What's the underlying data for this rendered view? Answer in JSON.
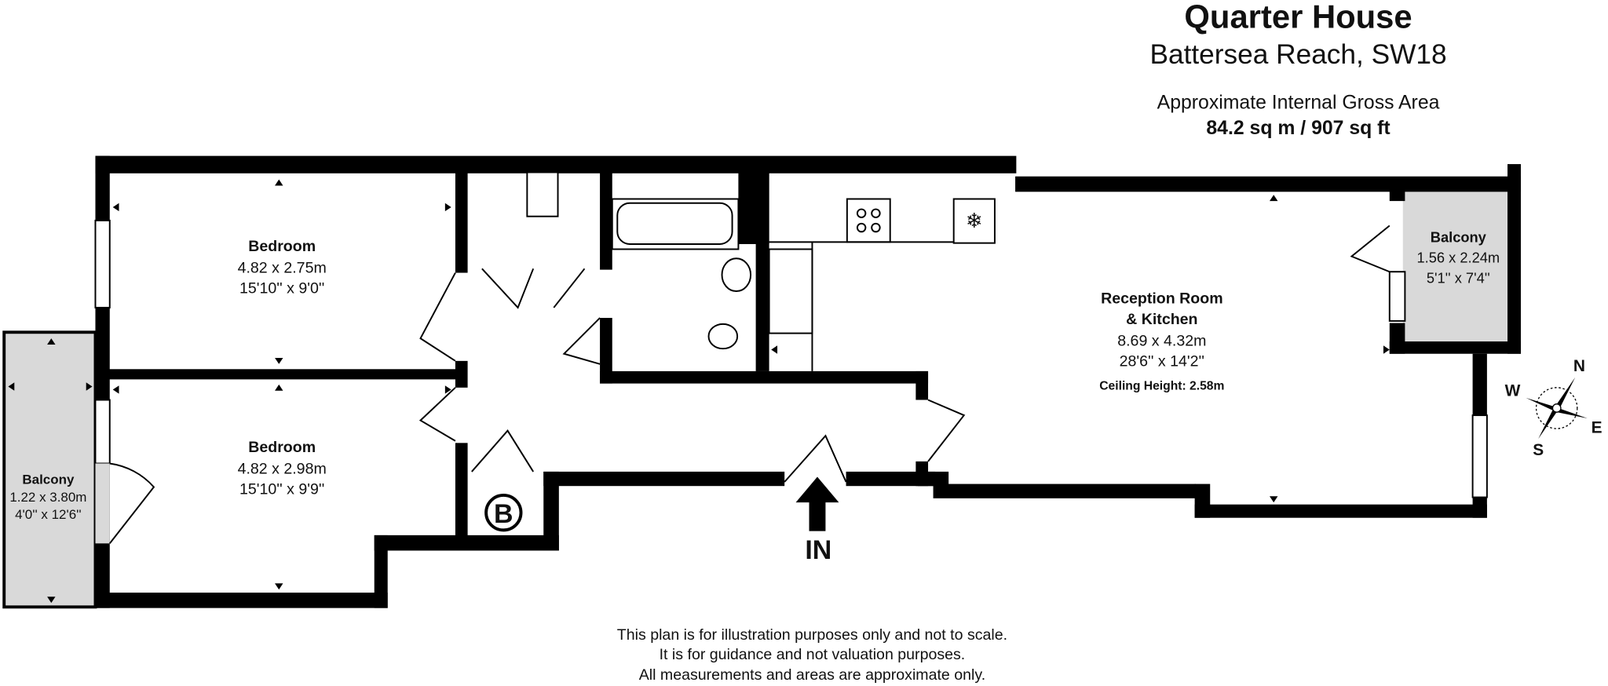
{
  "header": {
    "title": "Quarter House",
    "subtitle": "Battersea Reach, SW18",
    "area_label": "Approximate Internal Gross Area",
    "area_value": "84.2 sq m /  907 sq ft"
  },
  "rooms": [
    {
      "name": "Bedroom",
      "metric": "4.82 x 2.75m",
      "imperial": "15'10'' x 9'0''"
    },
    {
      "name": "Bedroom",
      "metric": "4.82 x 2.98m",
      "imperial": "15'10'' x 9'9''"
    },
    {
      "name": "Balcony",
      "metric": "1.22 x 3.80m",
      "imperial": "4'0'' x 12'6''"
    },
    {
      "name": "Reception Room",
      "name2": "& Kitchen",
      "metric": "8.69 x 4.32m",
      "imperial": "28'6'' x 14'2''",
      "note": "Ceiling Height: 2.58m"
    },
    {
      "name": "Balcony",
      "metric": "1.56 x 2.24m",
      "imperial": "5'1'' x 7'4''"
    }
  ],
  "markers": {
    "entrance": "IN",
    "boiler": "B"
  },
  "compass": {
    "n": "N",
    "e": "E",
    "s": "S",
    "w": "W"
  },
  "disclaimer": [
    "This plan is for illustration purposes only and not to scale.",
    "It is for guidance and not valuation purposes.",
    "All measurements and areas are approximate only."
  ],
  "colors": {
    "wall": "#000000",
    "balcony": "#d9d9d9"
  }
}
